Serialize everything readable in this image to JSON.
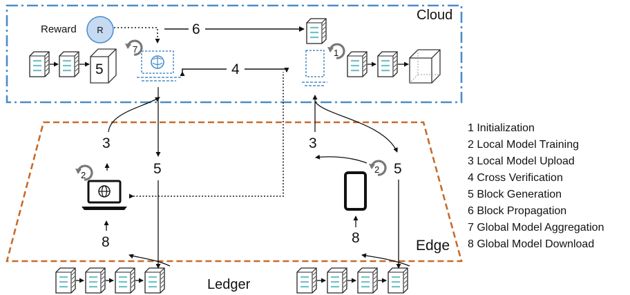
{
  "regions": {
    "cloud": "Cloud",
    "edge": "Edge",
    "ledger": "Ledger"
  },
  "reward": {
    "label": "Reward",
    "badge": "R"
  },
  "steps": {
    "s1": "1",
    "s2": "2",
    "s3": "3",
    "s4": "4",
    "s5": "5",
    "s6": "6",
    "s7": "7",
    "s8": "8"
  },
  "legend": [
    "1 Initialization",
    "2 Local Model Training",
    "3 Local Model Upload",
    "4 Cross Verification",
    "5 Block Generation",
    "6 Block Propagation",
    "7 Global Model Aggregation",
    "8 Global Model Download"
  ],
  "colors": {
    "cloud": "#4a8cc9",
    "edge": "#c86a2a",
    "ledger": "#4a8cc9",
    "block_accent": "#6fc3c8"
  },
  "icons": [
    "laptop-icon",
    "globe-icon",
    "smartphone-icon",
    "brain-icon",
    "block-icon",
    "refresh-icon"
  ]
}
